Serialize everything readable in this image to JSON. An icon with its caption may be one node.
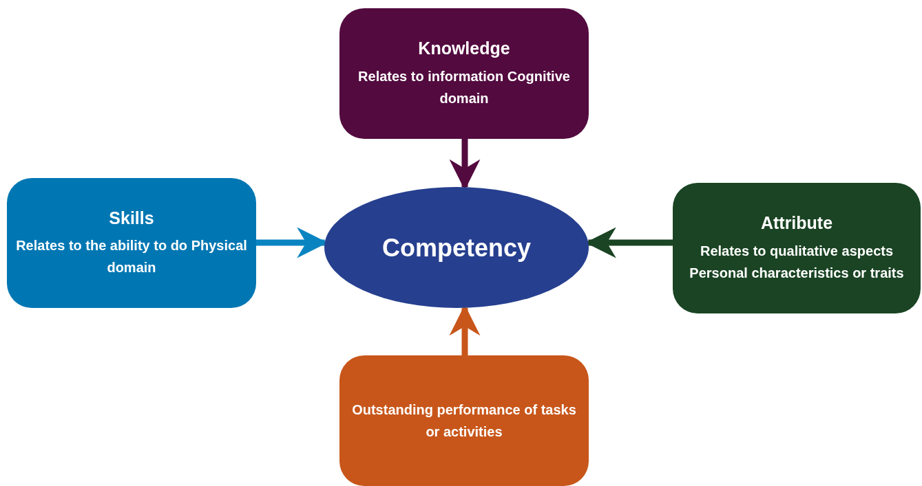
{
  "diagram": {
    "nodes": [
      {
        "text": [
          "Knowledge",
          "Relates to information Cognitive domain"
        ]
      },
      {
        "text": [
          "Skills",
          "Relates to the ability to do Physical domain"
        ]
      },
      {
        "text": [
          "Competency"
        ]
      },
      {
        "text": [
          "Attribute",
          "Relates to qualitative aspects Personal characteristics or traits"
        ]
      },
      {
        "text": [
          "Outstanding performance of tasks or activities"
        ]
      }
    ],
    "edges": [
      {
        "from": 0,
        "to": 2,
        "arrow": "to",
        "color": "#530a3f"
      },
      {
        "from": 1,
        "to": 2,
        "arrow": "to",
        "color": "#0a84c0"
      },
      {
        "from": 3,
        "to": 2,
        "arrow": "to",
        "color": "#1a4423"
      },
      {
        "from": 4,
        "to": 2,
        "arrow": "to",
        "color": "#c8561a"
      }
    ]
  }
}
